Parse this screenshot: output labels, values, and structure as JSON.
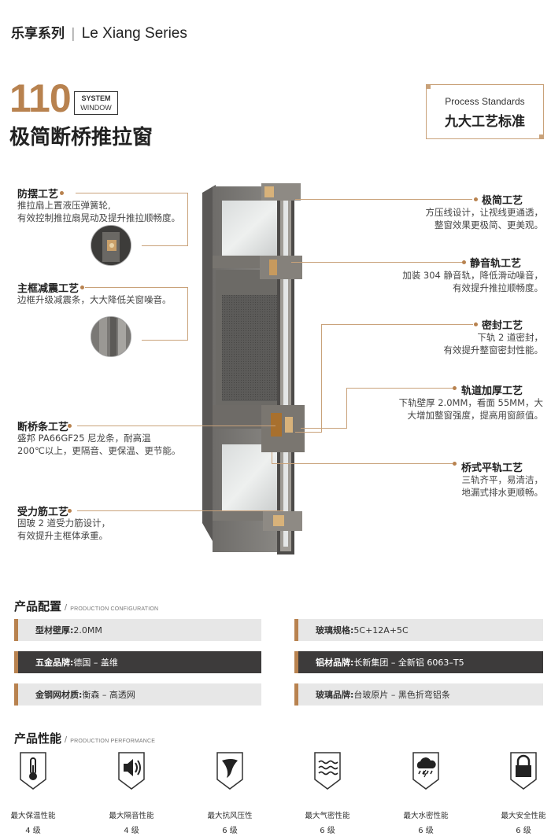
{
  "header": {
    "series_cn": "乐享系列",
    "series_sep": "|",
    "series_en": "Le Xiang Series",
    "model_number": "110",
    "badge_line1": "SYSTEM",
    "badge_line2": "WINDOW",
    "product_name": "极简断桥推拉窗"
  },
  "standards": {
    "en": "Process Standards",
    "cn": "九大工艺标准"
  },
  "features_left": [
    {
      "title": "防摆工艺",
      "desc": "推拉扇上置液压弹簧轮,\n有效控制推拉扇晃动及提升推拉顺畅度。"
    },
    {
      "title": "主框减震工艺",
      "desc": "边框升级减震条，大大降低关窗噪音。"
    },
    {
      "title": "断桥条工艺",
      "desc": "盛邦 PA66GF25 尼龙条，耐高温\n200℃以上，更隔音、更保温、更节能。"
    },
    {
      "title": "受力筋工艺",
      "desc": "固玻 2 道受力筋设计，\n有效提升主框体承重。"
    }
  ],
  "features_right": [
    {
      "title": "极简工艺",
      "desc": "方压线设计，让视线更通透，\n整窗效果更极简、更美观。"
    },
    {
      "title": "静音轨工艺",
      "desc": "加装 304 静音轨，降低滑动噪音，\n有效提升推拉顺畅度。"
    },
    {
      "title": "密封工艺",
      "desc": "下轨 2 道密封，\n有效提升整窗密封性能。"
    },
    {
      "title": "轨道加厚工艺",
      "desc": "下轨壁厚 2.0MM，看面 55MM，大\n大增加整窗强度，提高用窗颜值。"
    },
    {
      "title": "桥式平轨工艺",
      "desc": "三轨齐平，易清洁，\n地漏式排水更顺畅。"
    }
  ],
  "config": {
    "title": "产品配置",
    "slash": "/",
    "subtitle": "PRODUCTION CONFIGURATION",
    "rows": [
      [
        {
          "key": "型材壁厚:",
          "value": "2.0MM"
        },
        {
          "key": "玻璃规格:",
          "value": "5C+12A+5C"
        }
      ],
      [
        {
          "key": "五金品牌:",
          "value": "德国 – 盖维"
        },
        {
          "key": "铝材品牌:",
          "value": "长新集团 – 全新铝 6063–T5"
        }
      ],
      [
        {
          "key": "金钢网材质:",
          "value": "衡森 – 高透网"
        },
        {
          "key": "玻璃品牌:",
          "value": "台玻原片 – 黑色折弯铝条"
        }
      ]
    ]
  },
  "performance": {
    "title": "产品性能",
    "slash": "/",
    "subtitle": "PRODUCTION PERFORMANCE",
    "items": [
      {
        "icon": "thermometer-icon",
        "label": "最大保温性能",
        "level": "4 级"
      },
      {
        "icon": "speaker-icon",
        "label": "最大隔音性能",
        "level": "4 级"
      },
      {
        "icon": "wind-icon",
        "label": "最大抗风压性",
        "level": "6 级"
      },
      {
        "icon": "air-waves-icon",
        "label": "最大气密性能",
        "level": "6 级"
      },
      {
        "icon": "rain-cloud-icon",
        "label": "最大水密性能",
        "level": "6 级"
      },
      {
        "icon": "lock-icon",
        "label": "最大安全性能",
        "level": "6 级"
      }
    ]
  },
  "colors": {
    "accent": "#b8824f",
    "dark_row": "#3d3b3b",
    "light_row": "#e7e7e7"
  }
}
